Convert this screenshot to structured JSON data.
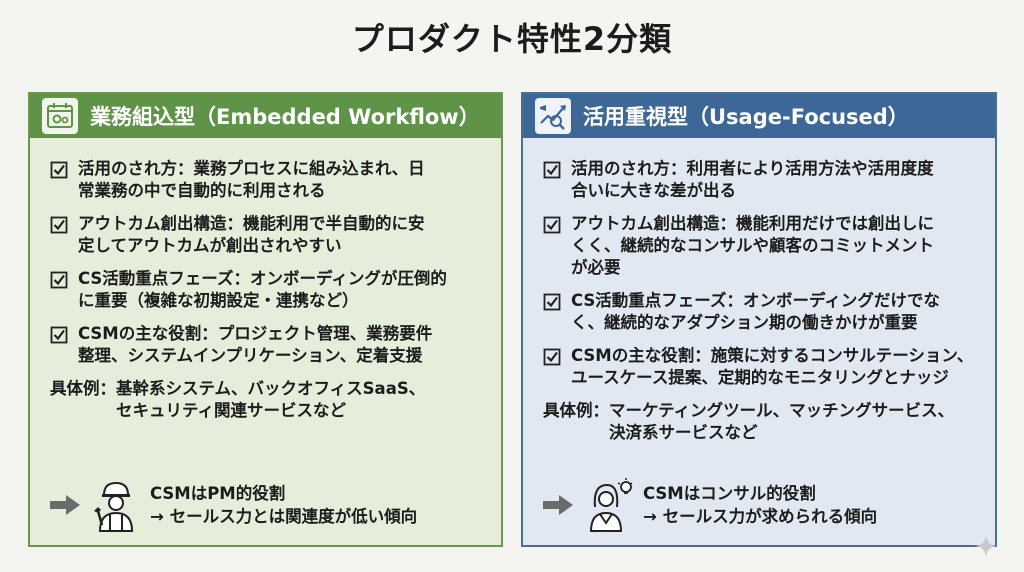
{
  "title": "プロダクト特性2分類",
  "colors": {
    "left_header": "#5f9448",
    "left_bg": "#e5eedb",
    "right_header": "#3d6797",
    "right_bg": "#e2e8f2"
  },
  "left_panel": {
    "heading": "業務組込型（Embedded Workflow）",
    "icon": "gear-calendar-icon",
    "points": [
      {
        "lines": [
          "活用のされ方：業務プロセスに組み込まれ、日",
          "常業務の中で自動的に利用される"
        ]
      },
      {
        "lines": [
          "アウトカム創出構造：機能利用で半自動的に安",
          "定してアウトカムが創出されやすい"
        ]
      },
      {
        "lines": [
          "CS活動重点フェーズ：オンボーディングが圧倒的",
          "に重要（複雑な初期設定・連携など）"
        ]
      },
      {
        "lines": [
          "CSMの主な役割：プロジェクト管理、業務要件",
          "整理、システムインプリケーション、定着支援"
        ]
      }
    ],
    "examples_label": "具体例：",
    "examples": [
      "基幹系システム、バックオフィスSaaS、",
      "セキュリティ関連サービスなど"
    ],
    "role_lines": [
      "CSMはPM的役割",
      "→ セールス力とは関連度が低い傾向"
    ],
    "role_icon": "engineer-icon"
  },
  "right_panel": {
    "heading": "活用重視型（Usage-Focused）",
    "icon": "growth-analytics-icon",
    "points": [
      {
        "lines": [
          "活用のされ方：利用者により活用方法や活用度度",
          "合いに大きな差が出る"
        ]
      },
      {
        "lines": [
          "アウトカム創出構造：機能利用だけでは創出しに",
          "くく、継続的なコンサルや顧客のコミットメント",
          "が必要"
        ]
      },
      {
        "lines": [
          "CS活動重点フェーズ：オンボーディングだけでな",
          "く、継続的なアダプション期の働きかけが重要"
        ]
      },
      {
        "lines": [
          "CSMの主な役割：施策に対するコンサルテーション、",
          "ユースケース提案、定期的なモニタリングとナッジ"
        ]
      }
    ],
    "examples_label": "具体例：",
    "examples": [
      "マーケティングツール、マッチングサービス、",
      "決済系サービスなど"
    ],
    "role_lines": [
      "CSMはコンサル的役割",
      "→ セールス力が求められる傾向"
    ],
    "role_icon": "consultant-lightbulb-icon"
  }
}
